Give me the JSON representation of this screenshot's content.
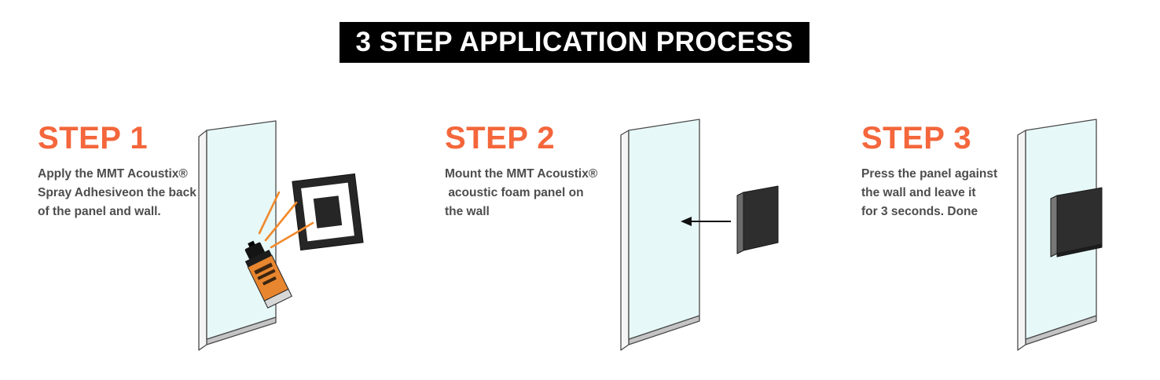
{
  "header": {
    "title": "3 STEP APPLICATION PROCESS"
  },
  "colors": {
    "header_bg": "#000000",
    "header_text": "#ffffff",
    "accent_orange": "#F4663B",
    "body_text": "#4D4D4D",
    "wall_face": "#E7F8F8",
    "wall_side": "#F5F5F5",
    "wall_bottom": "#C4C4C4",
    "outline": "#4A4A4A",
    "foam_dark": "#2E2E2E",
    "foam_side": "#6B6B6B",
    "spray_orange": "#F18A2B",
    "tile_white": "#FFFFFF"
  },
  "steps": [
    {
      "id": 1,
      "title": "STEP 1",
      "description": "Apply the MMT Acoustix®\nSpray Adhesiveon the back\nof the panel and wall.",
      "illustration": "wall with spray adhesive can spraying onto foam tile"
    },
    {
      "id": 2,
      "title": "STEP 2",
      "description": "Mount the MMT Acoustix®\n acoustic foam panel on\nthe wall",
      "illustration": "foam panel with arrow pointing toward wall"
    },
    {
      "id": 3,
      "title": "STEP 3",
      "description": "Press the panel against\nthe wall and leave it\nfor 3 seconds. Done",
      "illustration": "foam panel mounted on wall"
    }
  ]
}
